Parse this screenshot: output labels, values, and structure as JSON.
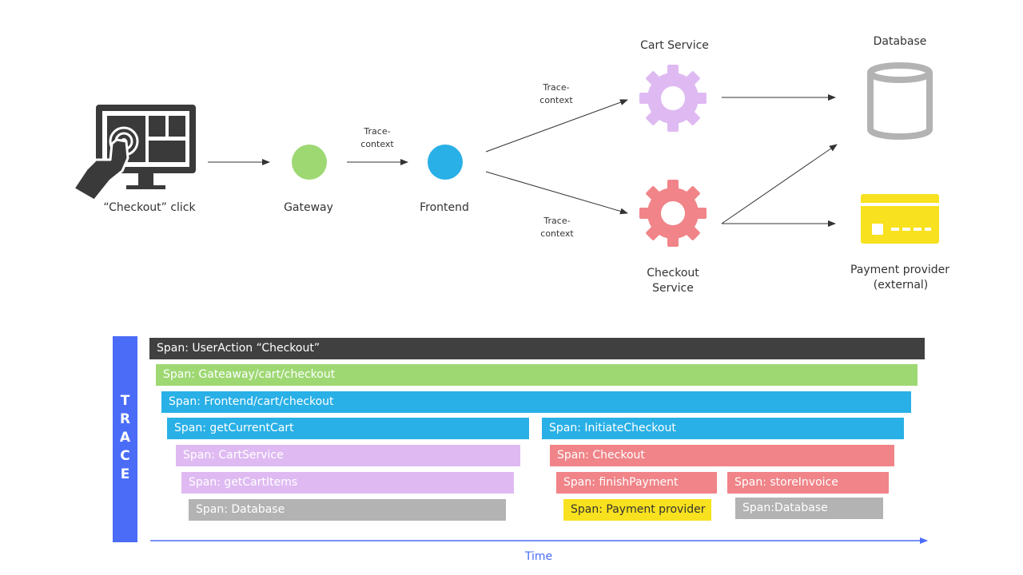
{
  "nodes": {
    "checkout_click": "“Checkout” click",
    "gateway": "Gateway",
    "frontend": "Frontend",
    "cart_service": "Cart Service",
    "checkout_service_line1": "Checkout",
    "checkout_service_line2": "Service",
    "database": "Database",
    "payment_line1": "Payment provider",
    "payment_line2": "(external)"
  },
  "edge_labels": {
    "gw_fe_1": "Trace-",
    "gw_fe_2": "context",
    "fe_cart_1": "Trace-",
    "fe_cart_2": "context",
    "fe_checkout_1": "Trace-",
    "fe_checkout_2": "context"
  },
  "trace": {
    "letters": [
      "T",
      "R",
      "A",
      "C",
      "E"
    ],
    "time_label": "Time",
    "spans": [
      {
        "label": "Span: UserAction “Checkout”",
        "color": "#404040"
      },
      {
        "label": "Span: Gateaway/cart/checkout",
        "color": "#9ed873"
      },
      {
        "label": "Span: Frontend/cart/checkout",
        "color": "#29b0e6"
      },
      {
        "label": "Span: getCurrentCart",
        "color": "#29b0e6"
      },
      {
        "label": "Span: InitiateCheckout",
        "color": "#29b0e6"
      },
      {
        "label": "Span: CartService",
        "color": "#dfbaf2"
      },
      {
        "label": "Span: Checkout",
        "color": "#f08488"
      },
      {
        "label": "Span: getCartItems",
        "color": "#dfbaf2"
      },
      {
        "label": "Span: finishPayment",
        "color": "#f08488"
      },
      {
        "label": "Span: storeInvoice",
        "color": "#f08488"
      },
      {
        "label": "Span: Database",
        "color": "#b3b3b3"
      },
      {
        "label": "Span: Payment provider",
        "color": "#f8e11e"
      },
      {
        "label": "Span:Database",
        "color": "#b3b3b3"
      }
    ]
  },
  "colors": {
    "gateway": "#9ed873",
    "frontend": "#29b0e6",
    "cart_service": "#dfbaf2",
    "checkout_service": "#f08488",
    "database": "#b3b3b3",
    "payment": "#f8e11e",
    "trace_bar": "#4a6cf7",
    "monitor": "#3a3a3a"
  },
  "icons": [
    "monitor-touch-icon",
    "gear-icon",
    "database-cylinder-icon",
    "credit-card-icon"
  ]
}
